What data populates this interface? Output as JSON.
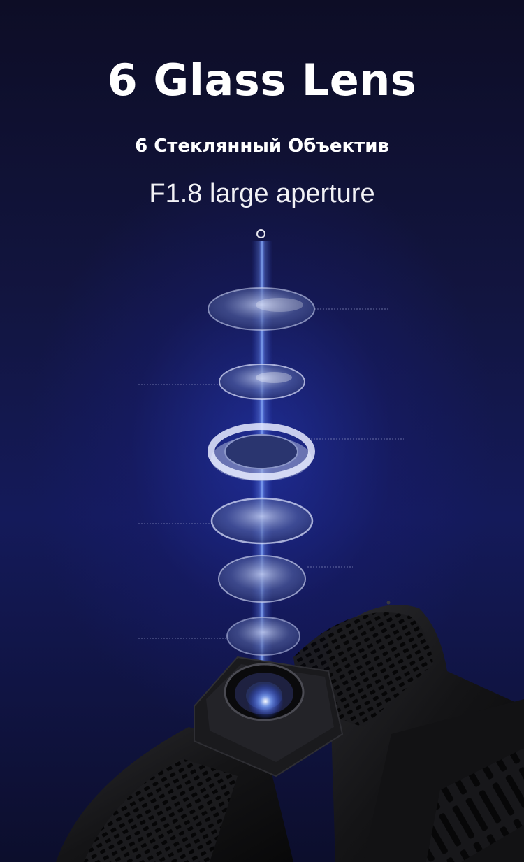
{
  "heading": {
    "title": "6 Glass Lens",
    "subtitle": "6 Стеклянный Объектив",
    "spec": "F1.8 large aperture"
  },
  "colors": {
    "background": "#0d0d26",
    "glow": "#3a5cff",
    "text": "#ffffff",
    "camera_body": "#141414"
  },
  "icons": [
    "aperture-ring-icon"
  ]
}
